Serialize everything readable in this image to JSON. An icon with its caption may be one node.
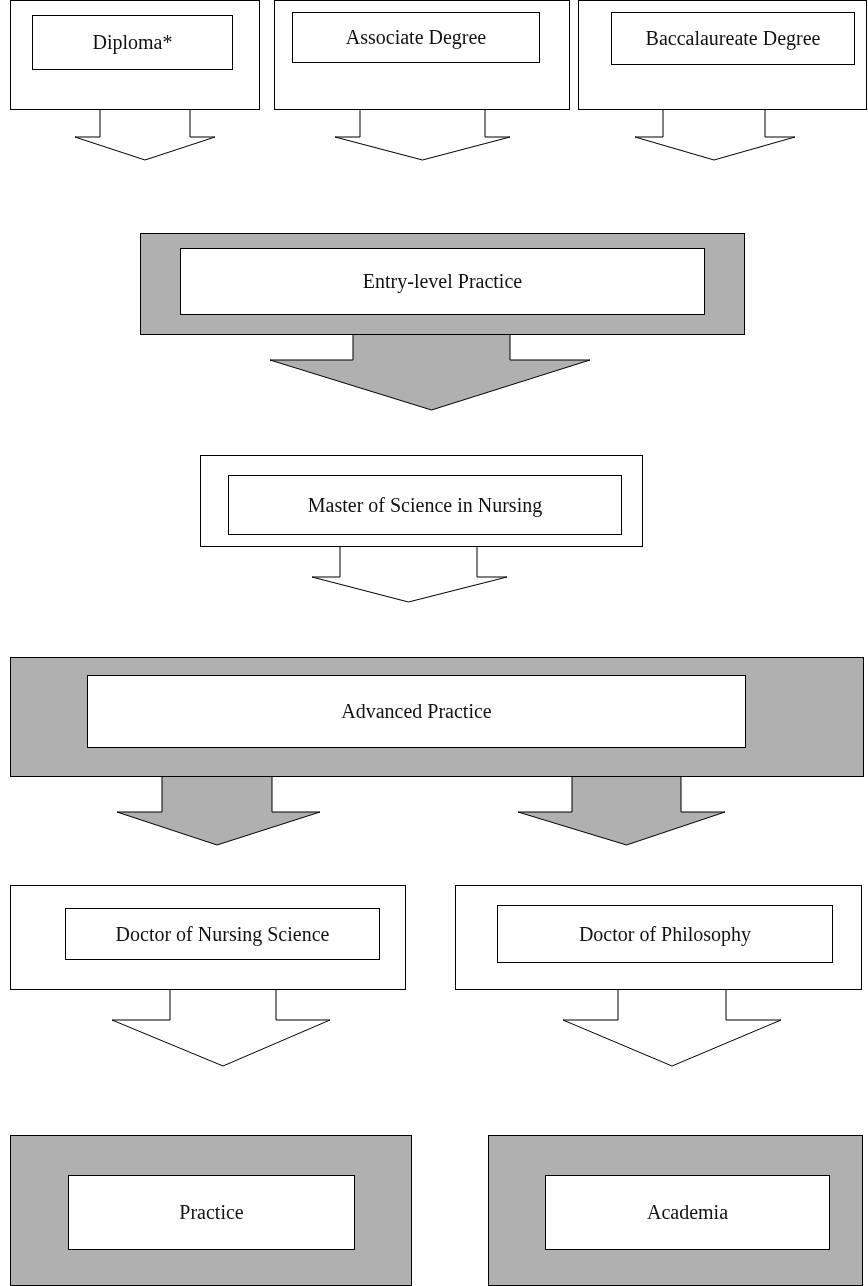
{
  "diagram": {
    "nodes": [
      {
        "text": [
          "Diploma*"
        ]
      },
      {
        "text": [
          "Associate Degree"
        ]
      },
      {
        "text": [
          "Baccalaureate Degree"
        ]
      },
      {
        "text": [
          "Entry-level Practice"
        ]
      },
      {
        "text": [
          "Master of Science in Nursing"
        ]
      },
      {
        "text": [
          "Advanced Practice"
        ]
      },
      {
        "text": [
          "Doctor of Nursing Science"
        ]
      },
      {
        "text": [
          "Doctor of Philosophy"
        ]
      },
      {
        "text": [
          "Practice"
        ]
      },
      {
        "text": [
          "Academia"
        ]
      }
    ],
    "edges": [
      {
        "from": 0,
        "to": 3,
        "arrow": "to"
      },
      {
        "from": 1,
        "to": 3,
        "arrow": "to"
      },
      {
        "from": 2,
        "to": 3,
        "arrow": "to"
      },
      {
        "from": 3,
        "to": 4,
        "arrow": "to"
      },
      {
        "from": 4,
        "to": 5,
        "arrow": "to"
      },
      {
        "from": 5,
        "to": 6,
        "arrow": "to"
      },
      {
        "from": 5,
        "to": 7,
        "arrow": "to"
      },
      {
        "from": 6,
        "to": 8,
        "arrow": "to"
      },
      {
        "from": 7,
        "to": 9,
        "arrow": "to"
      }
    ]
  }
}
